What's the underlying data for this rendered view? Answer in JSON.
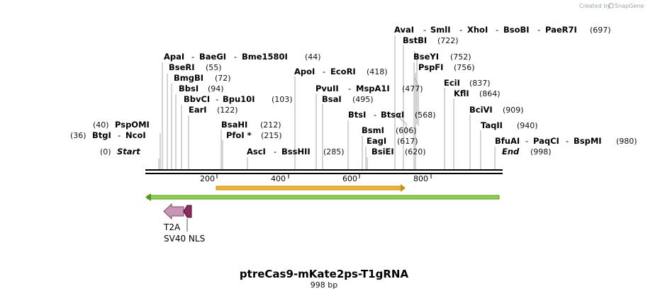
{
  "credit": {
    "text": "Created by",
    "brand": "SnapGene"
  },
  "title": "ptreCas9-mKate2ps-T1gRNA",
  "length_label": "998 bp",
  "start_label": "Start",
  "end_label": "End",
  "start_pos": "(0)",
  "end_pos": "(998)",
  "ruler": {
    "total": 998,
    "ticks": [
      200,
      400,
      600,
      800
    ]
  },
  "site_rows": [
    {
      "row": "r1",
      "names": [
        {
          "pos": 44,
          "label": "ApaI"
        },
        {
          "pos": 44,
          "label": "BaeGI"
        },
        {
          "pos": 44,
          "label": "Bme1580I"
        }
      ],
      "num": "(44)"
    },
    {
      "row": "r2",
      "names": [
        {
          "pos": 55,
          "label": "BseRI"
        }
      ],
      "num": "(55)"
    },
    {
      "row": "r3",
      "names": [
        {
          "pos": 72,
          "label": "BmgBI"
        }
      ],
      "num": "(72)"
    },
    {
      "row": "r4",
      "names": [
        {
          "pos": 94,
          "label": "BbsI"
        }
      ],
      "num": "(94)"
    },
    {
      "row": "r5",
      "names": [
        {
          "pos": 103,
          "label": "BbvCI"
        },
        {
          "pos": 103,
          "label": "Bpu10I"
        }
      ],
      "num": "(103)"
    },
    {
      "row": "r6",
      "names": [
        {
          "pos": 122,
          "label": "EarI"
        }
      ],
      "num": "(122)"
    },
    {
      "row": "r7l",
      "names": [
        {
          "pos": 40,
          "label": "PspOMI"
        }
      ],
      "num": "(40)"
    },
    {
      "row": "r8l",
      "names": [
        {
          "pos": 36,
          "label": "BtgI"
        },
        {
          "pos": 36,
          "label": "NcoI"
        }
      ],
      "num": "(36)"
    },
    {
      "row": "r7",
      "names": [
        {
          "pos": 212,
          "label": "BsaHI"
        }
      ],
      "num": "(212)"
    },
    {
      "row": "r8",
      "names": [
        {
          "pos": 215,
          "label": "PfoI *"
        }
      ],
      "num": "(215)"
    },
    {
      "row": "r9",
      "names": [
        {
          "pos": 285,
          "label": "AscI"
        },
        {
          "pos": 285,
          "label": "BssHII"
        }
      ],
      "num": "(285)"
    },
    {
      "row": "m1",
      "names": [
        {
          "pos": 418,
          "label": "ApoI"
        },
        {
          "pos": 418,
          "label": "EcoRI"
        }
      ],
      "num": "(418)"
    },
    {
      "row": "m2",
      "names": [
        {
          "pos": 477,
          "label": "PvuII"
        },
        {
          "pos": 477,
          "label": "MspA1I"
        }
      ],
      "num": "(477)"
    },
    {
      "row": "m3",
      "names": [
        {
          "pos": 495,
          "label": "BsaI"
        }
      ],
      "num": "(495)"
    },
    {
      "row": "m4",
      "names": [
        {
          "pos": 568,
          "label": "BtsI"
        },
        {
          "pos": 568,
          "label": "BtsαI"
        }
      ],
      "num": "(568)"
    },
    {
      "row": "m5",
      "names": [
        {
          "pos": 606,
          "label": "BsmI"
        }
      ],
      "num": "(606)"
    },
    {
      "row": "m6",
      "names": [
        {
          "pos": 617,
          "label": "EagI"
        }
      ],
      "num": "(617)"
    },
    {
      "row": "m7",
      "names": [
        {
          "pos": 620,
          "label": "BsiEI"
        }
      ],
      "num": "(620)"
    },
    {
      "row": "t1",
      "names": [
        {
          "pos": 697,
          "label": "AvaI"
        },
        {
          "pos": 697,
          "label": "SmlI"
        },
        {
          "pos": 697,
          "label": "XhoI"
        },
        {
          "pos": 697,
          "label": "BsoBI"
        },
        {
          "pos": 697,
          "label": "PaeR7I"
        }
      ],
      "num": "(697)"
    },
    {
      "row": "t2",
      "names": [
        {
          "pos": 722,
          "label": "BstBI"
        }
      ],
      "num": "(722)"
    },
    {
      "row": "t3",
      "names": [
        {
          "pos": 752,
          "label": "BseYI"
        }
      ],
      "num": "(752)"
    },
    {
      "row": "t4",
      "names": [
        {
          "pos": 756,
          "label": "PspFI"
        }
      ],
      "num": "(756)"
    },
    {
      "row": "t5",
      "names": [
        {
          "pos": 837,
          "label": "EciI"
        }
      ],
      "num": "(837)"
    },
    {
      "row": "t6",
      "names": [
        {
          "pos": 864,
          "label": "KflI"
        }
      ],
      "num": "(864)"
    },
    {
      "row": "t7",
      "names": [
        {
          "pos": 909,
          "label": "BciVI"
        }
      ],
      "num": "(909)"
    },
    {
      "row": "t8",
      "names": [
        {
          "pos": 940,
          "label": "TaqII"
        }
      ],
      "num": "(940)"
    },
    {
      "row": "t9",
      "names": [
        {
          "pos": 980,
          "label": "BfuAI"
        },
        {
          "pos": 980,
          "label": "PaqCI"
        },
        {
          "pos": 980,
          "label": "BspMI"
        }
      ],
      "num": "(980)"
    }
  ],
  "features": [
    {
      "name": "T2A",
      "color": "#c995b5",
      "start": 48,
      "end": 102
    },
    {
      "name": "SV40 NLS",
      "color": "#8b2b5e",
      "start": 105,
      "end": 126
    }
  ],
  "orf": {
    "color": "#f0b030",
    "start": 196,
    "end": 728
  },
  "full_bar": {
    "color": "#8fd14f",
    "start": 3,
    "end": 995
  },
  "colors": {
    "backbone": "#000000",
    "gray_line": "#a9a9a9",
    "gold": "#c8900a",
    "green_dark": "#4e9a1a"
  }
}
